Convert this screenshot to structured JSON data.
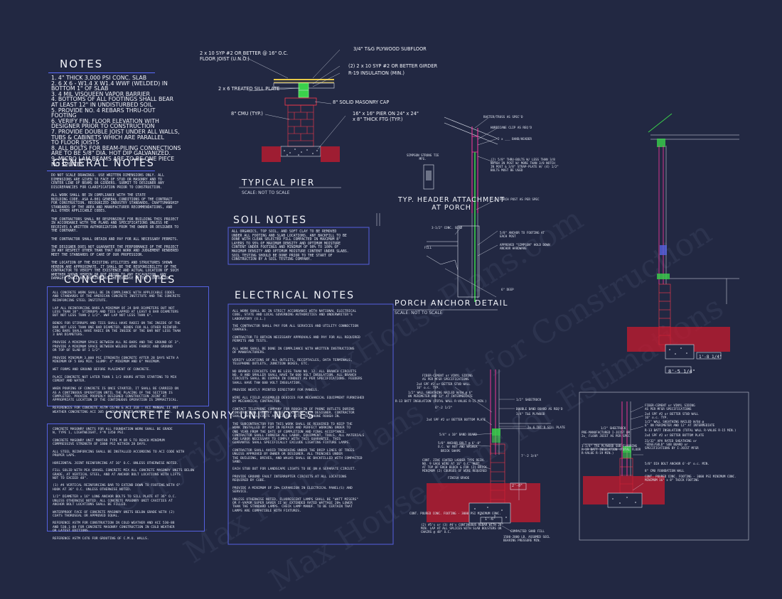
{
  "watermark": {
    "line1": "Copyright by MaxHousePlans.com",
    "line2": "Max House Plans Not for Construction",
    "line3": "Max House Plans for Estimations"
  },
  "notes": {
    "title": "NOTES",
    "items": "1. 4\" THICK 3,000 PSI CONC. SLAB\n2. 6 X 6 - W1.4 X W1.4 WWF (WELDED) IN\n    BOTTOM 1\" OF SLAB\n3. 4 MIL VISQUEEN VAPOR BARRIER\n4. BOTTOMS OF ALL FOOTINGS SHALL BEAR\n    AT LEAST 12\" IN UNDISTURBED SOIL\n5. PROVIDE NO. 4 REBARS THRU-OUT\n    FOOTING\n6. VERIFY FIN. FLOOR ELEVATION WITH\n    DESIGNER PRIOR TO CONSTRUCTION\n7. PROVIDE DOUBLE JOIST UNDER ALL WALLS,\n    TUBS & CABINETS WHICH ARE PARALLEL\n    TO FLOOR JOISTS\n8. ALL BOLTS FOR BEAM-PILING CONNECTIONS\n    ARE TO BE 5/8\" DIA. HOT DIP GALVANIZED.\n9. MICRO LAM BEAMS ARE TO BE ONE PIECE\n    NO SPLICES"
  },
  "general_notes": {
    "title": "GENERAL NOTES",
    "body": "DO NOT SCALE DRAWINGS.  USE WRITTEN DIMENSIONS ONLY.  ALL\nDIMENSIONS ARE GIVEN TO FACE OF STUD OR MASONRY AND TO\nCENTER LINE OF BEAMS OR GIRDERS. SUBMIT TO DESIGNER ANY\nDISCREPANCIES FOR CLARIFICATION PRIOR TO CONSTRUCTION.\n\nALL WORK SHALL BE IN COMPLIANCE WITH THE STATE\nBUILDING CODE. ASA A-001 GENERAL CONDITIONS OF THE CONTRACT\nFOR CONSTRUCTION. RECOGNIZED INDUSTRY STANDARDS, CRAFTSMANSHIP\nSTANDARDS OF THE AREA AND MANUFACTURER RECOMMENDATIONS, AND\nALL OTHER APPLICABLE CODES.\n\nTHE CONTRACTORS SHALL BE RESPONSIBLE FOR BUILDING THIS PROJECT\nIN ACCORDANCE WITH THE PLANS AND SPECIFICATIONS UNLESS HE\nRECEIVES A WRITTEN AUTHORIZATION FROM THE OWNER OR DESIGNER TO\nTHE CONTRARY.\n\nTHE CONTRACTOR SHALL OBTAIN AND PAY FOR ALL NECESSARY PERMITS.\n\nTHE DESIGNER DOES NOT GUARANTEE THE PERFORMANCE OF THE PROJECT\nIN ANY RESPECT OTHER THAN THAT OUR WORK AND JUDGEMENT RENDERED\nMEET THE STANDARDS OF CARE OF OUR PROFESSION.\n\nTHE LOCATION OF THE EXISTING UTILITIES AND STRUCTURES SHOWN\nHEREON ARE APPROXIMATE. IT SHALL BE THE RESPONSIBILITY OF THE\nCONTRACTOR TO VERIFY THE EXISTENCE AND ACTUAL LOCATION OF SUCH\nWHETHER SHOWN HEREON OR NOT PRIOR TO ANY EXCAVATION. ANY\nDAMAGES SHALL BE REPAIRED AT THE EXPENSE OF THE CONTRACTOR."
  },
  "concrete_notes": {
    "title": "CONCRETE NOTES",
    "body": "ALL CONCRETE WORK SHALL BE IN COMPLIANCE WITH APPLICABLE CODES\nAND STANDARDS OF THE AMERICAN CONCRETE INSTITUTE AND THE CONCRETE\nREINFORCING STEEL INSTITUTE.\n\nLAP ALL REINFORCING BARS A MINIMUM OF 24 BAR DIAMETERS BUT NOT\nLESS THAN 18\". STIRRUPS AND TIES LAPPED AT LEAST 6 BAR DIAMETERS\nBUT NOT LESS THAN 2 1/2\". WWF LAP NOT LESS THAN 6\".\n\nBENDS FOR STIRRUPS AND TIES SHALL HAVE RADII ON THE INSIDE OF THE\nBAR NOT LESS THAN ONE BAR DIAMETER. BENDS FOR ALL OTHER REINFOR-\nCING BARS SHALL HAVE RADII ON THE INSIDE OF THE BAR NOT LESS THAN\n3 BAR DIAMETERS.\n\nPROVIDE A MINIMUM SPACE BETWEEN ALL RE-BARS AND THE GROUND OF 3\".\nPROVIDE A MINIMUM SPACE BETWEEN WELDED WIRE FABRIC AND GROUND\nOR TOP OF SLAB OF 1 1/2\".\n\nPROVIDE MINIMUM 3,000 PSI STRENGTH CONCRETE AFTER 28 DAYS WITH A\nMINIMUM OF 5 BAG MIX. SLUMP: 4\" MINIMUM AND 6\" MAXIMUM.\n\nWET FORMS AND GROUND BEFORE PLACEMENT OF CONCRETE.\n\nPLACE CONCRETE NOT LATER THAN 1 1/2 HOURS AFTER STARTING TO MIX\nCEMENT AND WATER.\n\nWHEN POURING OF CONCRETE IS ONCE STARTED, IT SHALL BE CARRIED ON\nAS A CONTINUOUS OPERATION UNTIL THE PLACING OF THE SECTION IS\nCOMPLETED. PROVIDE PROPERLY DESIGNED CONSTRUCTION JOINT AT\nAPPROPRIATE LOCATION IF THE CONTINUOUS OPERATION IS IMPRACTICAL.\n\nREFERENCES FOR CONCRETE ASTM C6/98 & ACI 318 : ACI MANUAL II HOT\nWEATHER CONCRETING ACI 305 & COLD WEATHER CONCRETING ACI 306."
  },
  "cmu_notes": {
    "title": "CONCRETE MASONRY UNIT NOTES",
    "body": "CONCRETE MASONRY UNITS FOR ALL FOUNDATION WORK SHALL BE GRADE\nN, TYPE 1, LIGHTWEIGHT, F'M 1350 PSI.\n\nCONCRETE MASONRY UNIT MORTAR TYPE M OR S TO REACH MINIMUM\nCOMPRESSIVE STRENGTH OF 1800 PSI WITHIN 28 DAYS.\n\nALL STEEL REINFORCING SHALL BE INSTALLED ACCORDING TO ACI CODE WITH\nPROPER LAPS.\n\nHORIZONTAL JOINT REINFORCING AT 16\" O.C. UNLESS OTHERWISE NOTED.\n\nFILL SOLID WITH PEA GRAVEL CONCRETE MIX ALL CONCRETE MASONRY UNITS BELOW\nGRADE, AT VERTICAL STEEL, AND AT ANCHOR BOLT LOCATIONS WITH LIFTS\nNOT TO EXCEED 48\".\n\n(1) #4 VERTICAL REINFORCING BAR TO EXTEND DOWN TO FOOTING WITH 6\"\nHOOK AT 36\" O.C. UNLESS OTHERWISE NOTED.\n\n1/2\" DIAMETER x 16\" LONG ANCHOR BOLTS TO SILL PLATE AT 36\" O.C.\nUNLESS OTHERWISE NOTED. ALL CONCRETE MASONRY UNIT CAVITIES AT\nANCHOR BOLT LOCATIONS SHALL BE FILLED.\n\nWATERPROOF FACE OF CONCRETE MASONRY UNITS BELOW GRADE WITH (2)\nCOATS THOROSEAL OR APPROVED EQUAL.\n\nREFERENCE ASTM FOR CONSTRUCTION IN COLD WEATHER AND ACI 530-88\nAND 530.1-88 FOR CONCRETE MASONRY CONSTRUCTION IN COLD WEATHER\nOR LATEST EDITIONS.\n\nREFERENCE ASTM C476 FOR GROUTING OF C.M.U. WALLS."
  },
  "soil_notes": {
    "title": "SOIL NOTES",
    "body": "ALL ORGANICS, TOP SOIL, AND SOFT CLAY TO BE REMOVED\nUNDER ALL FOOTING AND SLAB LOCATIONS.  ANY BACKFILL TO BE\nDONE WITH CLEAN SELECTED FILL COMPACTED IN MAXIMUM 8\"\nLAYERS TO 95% OF MAXIMUM DENSITY AND OPTIMUM MOISTURE\nCONTENT UNDER FOOTINGS AND MINIMUM OF 90% TO 100% OF\nMAXIMUM DENSITY AND OPTIMUM MOISTURE CONTENT UNDER SLABS.\nSOIL TESTING SHOULD BE DONE PRIOR TO THE START OF\nCONSTRUCTION BY A SOIL TESTING COMPANY."
  },
  "electrical_notes": {
    "title": "ELECTRICAL NOTES",
    "body": "ALL WORK SHALL BE IN STRICT ACCORDANCE WITH NATIONAL ELECTRICAL\nCODE, STATE AND LOCAL GOVERNING AUTHORITIES AND UNDERWRITER'S\nLABORATORY (U.L.)\n\nTHE CONTRACTOR SHALL PAY FOR ALL SERVICES AND UTILITY CONNECTION\nCHARGES.\n\nCONTRACTOR TO OBTAIN NECESSARY APPROVALS AND PAY FOR ALL REQUIRED\nPERMITS AND TESTS.\n\nALL WORK SHALL BE DONE IN COMPLIANCE WITH WRITTEN INSTRUCTIONS\nOF MANUFACTURERS.\n\nVERIFY LOCATIONS OF ALL OUTLETS, RECEPTACLES, DATA TERMINALS,\nTELEPHONE OUTLETS, JUNCTION BOXES, ETC.\n\nNO BRANCH CIRCUITS CAN BE LESS THAN NO. 12. ALL BRANCH CIRCUITS\nNO. 8 AND SMALLER SHALL HAVE TW 600 VOLT INSULATION. ALL BRANCH\nCIRCUITS SHALL BE COPPER IN CONDUIT AS PER SPECIFICATIONS. FEEDERS\nSHALL HAVE THW 600 VOLT INSULATION.\n\nPROVIDE NEATLY PRINTED DIRECTORY FOR PANELS.\n\nWIRE ALL FIELD ASSEMBLED DEVICES FOR MECHANICAL EQUIPMENT FURNISHED\nBY MECHANICAL CONTRACTOR.\n\nCONTACT TELEPHONE COMPANY FOR ROUGH-IN OF PHONE OUTLETS DURING\nCONSTRUCTION.  VERIFY OUTLET LOCATION WITH DESIGNER.  CONTRACTOR\nSHALL PAY ALL COSTS ASSOCIATED WITH TELEPHONE ROUGH-IN.\n\nTHE SUBCONTRACTOR FOR THIS WORK SHALL BE REQUIRED TO KEEP THE\nWORK INSTALLED BY HIM IN REPAIR AND PERFECT WORKING ORDER TO\nONE YEAR FROM THE DATE OF COMPLETION AND FINAL ACCEPTANCE.\nCONTRACTOR SHALL FURNISH ALL LABOR, EQUIPMENT, TOOLS, ALL MATERIALS\nAND LABOR NECESSARY TO COMPLY WITH THIS GUARANTEE. THIS\nGUARANTEE SHALL SPECIFICALLY EXCLUDE LIGHTING FIXTURE LAMPS.\n\nCONTRACTOR SHALL AVOID TRENCHING UNDER THE DRIP LINES OF TREES\nUNLESS APPROVED BY OWNER OR DESIGNER. ALL TRENCHES UNDER\nTHE BUILDING, DRIVES, AND WALKS SHALL BE BACKFILLED WITH COMPACTED\nSAND.\n\nEACH STUB OUT FOR LANDSCAPE LIGHTS TO BE ON A SEPARATE CIRCUIT.\n\nPROVIDE GROUND FAULT INTERRUPTER CIRCUITS AT ALL LOCATIONS\nREQUIRED BY CODE.\n\nPROVIDE A MINIMUM OF 20% EXPANSION IN ELECTRICAL PANEL(S) AND\nSERVICE.\n\nUNLESS OTHERWISE NOTED, FLUORESCENT LAMPS SHALL BE \"WATT MISERS\"\nOR F-VAPOR SUPER SAVER II W/ EXTENDED RATED WATTAGE 20% LOWER\nTHAN THE STANDARD LAMPS.  CHECK LAMP MANUF. TO BE CERTAIN THAT\nLAMPS ARE COMPATIBLE WITH FIXTURES."
  },
  "typical_pier": {
    "title": "TYPICAL PIER",
    "scale": "SCALE:  NOT TO SCALE",
    "labels": {
      "joist": "2 x 10 SYP #2 OR BETTER @ 16\" O.C.\nFLOOR JOIST (U.N.O.)",
      "subfloor": "3/4\" T&G PLYWOOD SUBFLOOR",
      "girder": "(2) 2 x 10 SYP #2 OR BETTER GIRDER",
      "insulation": "R-19 INSULATION (MIN.)",
      "sill": "2 x 6 TREATED SILL PLATE",
      "cap": "8\" SOLID MASONRY CAP",
      "cmu": "8\" CMU (TYP.)",
      "pier": "16\" x 16\" PIER ON 24\" x 24\"\nx 8\" THICK FTG (TYP.)"
    }
  },
  "header_attachment": {
    "title": "TYP. HEADER ATTACHMENT\nAT PORCH",
    "labels": {
      "rafter": "RAFTER/TRUSS AS SPEC'D",
      "clip": "HURRICANE CLIP AS REQ'D",
      "header": "2 x ___ BAND/HEADER",
      "bolts": "(2) 5/8\" THRU-BOLTS W/ LESS THAN 3/8\nNOTCH IN POST W/ MORE THAN 3/8 NOTCH\nIN POST & 3/8\" STRAP-PLATE W/ (4) 1/2\"\nBOLTS MUST BE USED",
      "simpson": "SIMPSON STRONG TIE\nMFG."
    }
  },
  "porch_anchor": {
    "title": "PORCH ANCHOR DETAIL",
    "scale": "SCALE:  NOT TO SCALE",
    "labels": {
      "post": "PORCH POST AS PER SPEC",
      "slab": "3-1/2\" CONC. SLAB",
      "fill": "FILL",
      "footing": "5/8\" ANCHOR TO FOOTING AT\nEACH POST",
      "holddown": "APPROVED \"SIMPSON\" HOLD DOWN\nANCHOR HARDWARE",
      "deep": "6\" DEEP"
    }
  },
  "wall_section_right": {
    "dims": [
      "8'-5 1/4\"",
      "1'-8 1/4\""
    ]
  },
  "wall_section_center": {
    "labels": {
      "siding": "FIBER-CEMENT or VINYL SIDING\nAS PER MFGR SPECIFICATIONS",
      "stud": "2x4 SPF #2 or BETTER STUD WALL\n16\" o.c. TYP.",
      "sheathing": "1/2\" WALL SHEATHING NAILED W/8d @ 6\"\nON PERIMETER AND 12\" AT INTERMEDIATE",
      "batt": "R-13 BATT INSULATION (TOTAL WALL R-VALUE R-15 MIN.)",
      "sheetrock": "1/2\" SHEETROCK",
      "band": "DOUBLE BAND BOARD AS REQ'D",
      "ply": "3/4\" T&G PLYWOOD",
      "plate": "2x4 SPF #2 or BETTER BOTTOM PLATE",
      "bandboard": "5/4\" x 10\" BAND BOARD",
      "treated": "2x 6 TRT'D SILL PLATE",
      "anchor": "5/8\" ANCHOR BOLT @ 6'-0\"\nO.C. W/ NUT AND WASHER",
      "brick": "BRICK SHAPE",
      "cmu": "CONT. ZINC COATED LADDER TYPE REIN.\nNO. 9 GAGE WIRE AT 16\" O.C. VERT.\nAT TOP OF EACH BLOCK & FOR (2) BRICK\nMINIMUM (2) COURSES OF WIRE REQUIRED",
      "grade": "FINISH GRADE",
      "footing": "CONT. POURED CONC. FOOTING - 3000 PSI MINIMUM CONC.",
      "rebar": "(2) #5's or (3) #4's CONTINUOUS REBAR WITH 20\"\nMIN. LAP AT ALL SPLICES WITH SLAB BOLSTERS OR\nCHAIRS @ 48\" O.C.",
      "sand": "COMPACTED SAND FILL",
      "soil": "1500-2000 LB. ASSUMED SOIL\nBEARING PRESSURE MIN."
    },
    "dims": [
      "2'-0\"",
      "1'-6\"",
      "7'-2 3/4\"",
      "6\"-2 1/2\""
    ]
  },
  "wall_section_far_right": {
    "labels": {
      "siding": "FIBER-CEMENT or VINYL SIDING\nAS PER MFGR SPECIFICATIONS",
      "stud": "2x4 SPF #2 or BETTER STUD WALL\n16\" o.c. TYP.",
      "sheathing": "1/2\" WALL SHEATHING NAILED W/8d @\n6\" ON PERIMETER AND 12\" AT INTERMEDIATE",
      "batt": "R-13 BATT INSULATION (TOTAL WALL R-VALUE R-15 MIN.)",
      "plate": "2x4 SPF #2 or BETTER BOTTOM PLATE",
      "sheetrock": "1/2\" SHEETROCK",
      "joist": "PRE-MANUFACTURED I-JOIST OR\n2x_ FLOOR JOIST AS PER SPEC",
      "osb": "23/32\" APA RATED SHEATHING or\n\"EDGE/GOLD\" SUB BOARD or\nSPECIFICATIONS BY I-JOIST MFGR",
      "rim": "1-1/4\" TRG PLYWOOD SUB-FLOORING\nR-19 BATT INSULATION (TOTAL FLOOR\nR-VALUE R-19 MIN.)",
      "anchor": "5/8\" DIA BOLT ANCHOR 6'-0\" o.c. MIN.",
      "stem": "8\" CMU FOUNDATION WALL",
      "footing": "CONT. POURED CONC. FOOTING - 3000 PSI MINIMUM CONC.\nMINIMUM 16\" x 8\" THICK FOOTING"
    }
  }
}
